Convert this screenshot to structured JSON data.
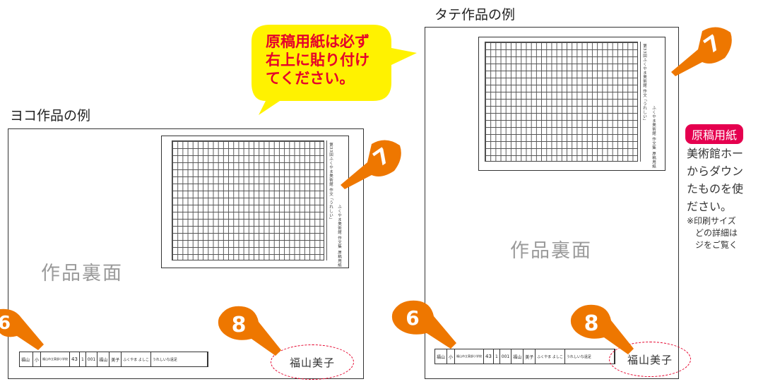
{
  "tate_heading": "タテ作品の例",
  "yoko_heading": "ヨコ作品の例",
  "back_label": "作品裏面",
  "callout": {
    "line1": "原稿用紙は必ず",
    "line2": "右上に貼り付け",
    "line3": "てください。",
    "bg_color": "#fff200",
    "text_color": "#e5002b"
  },
  "markers": {
    "six": "6",
    "seven": "7",
    "eight": "8",
    "color": "#ee7700"
  },
  "manuscript": {
    "line_a": "第33回ふくやま美術館 作文「うれしい」",
    "line_b": "ふくやま美術館 作文集 原稿用紙"
  },
  "label_strip": {
    "school": "福山",
    "grade_type": "小",
    "school_name": "福山市立東部小学校",
    "num1": "43",
    "num2": "1",
    "num3": "001",
    "surname": "福山",
    "given": "美子",
    "kana": "ふくやま よしこ",
    "title": "うれしいな遠足"
  },
  "signature": "福山美子",
  "sidebar": {
    "badge": "原稿用紙",
    "line1": "美術館ホー",
    "line2": "からダウン",
    "line3": "たものを使",
    "line4": "ださい。",
    "note1": "※印刷サイズ",
    "note2": "どの詳細は",
    "note3": "ジをご覧く",
    "badge_color": "#e5004f"
  }
}
